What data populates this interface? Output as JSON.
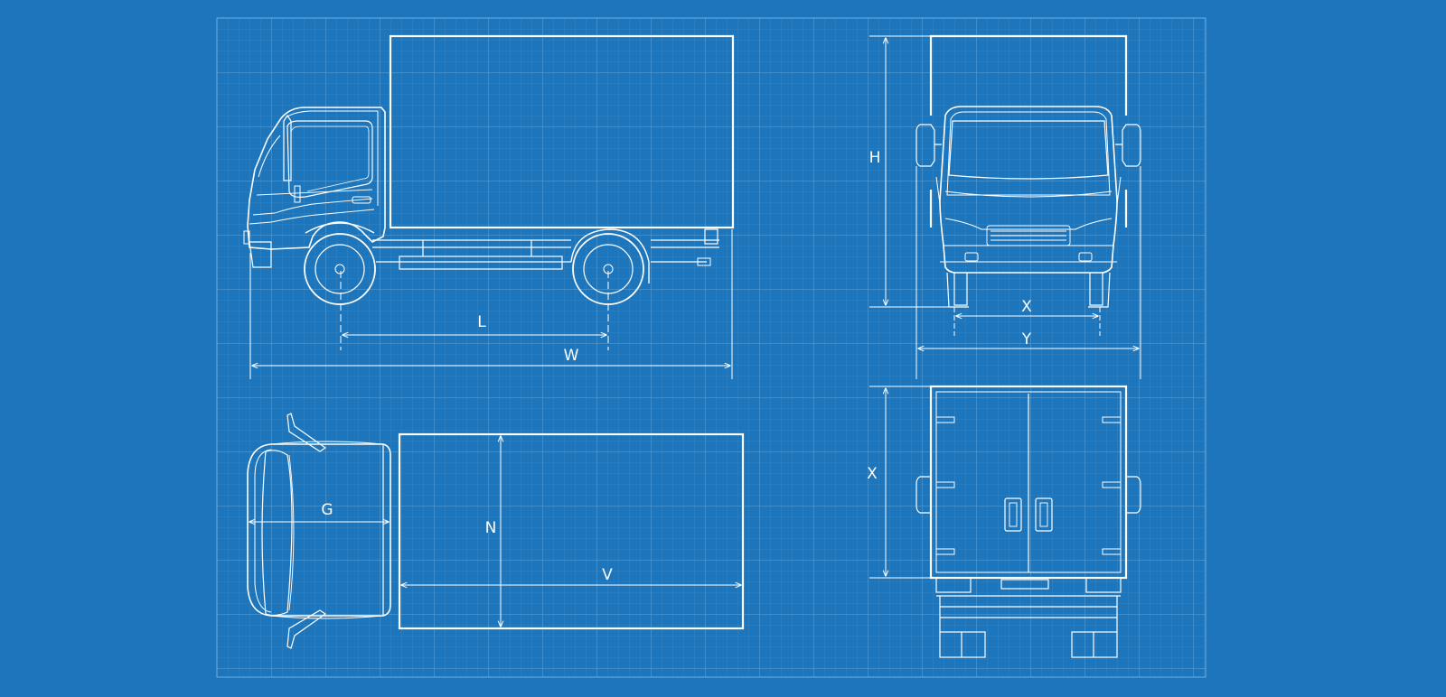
{
  "colors": {
    "background": "#1d76bc",
    "line": "#ffffff",
    "grid": "#4d97d3"
  },
  "side_view": {
    "label_L": "L",
    "label_W": "W"
  },
  "top_view": {
    "label_G": "G",
    "label_N": "N",
    "label_V": "V"
  },
  "front_view": {
    "label_H": "H",
    "label_X": "X",
    "label_Y": "Y"
  },
  "rear_view": {
    "label_X": "X"
  }
}
